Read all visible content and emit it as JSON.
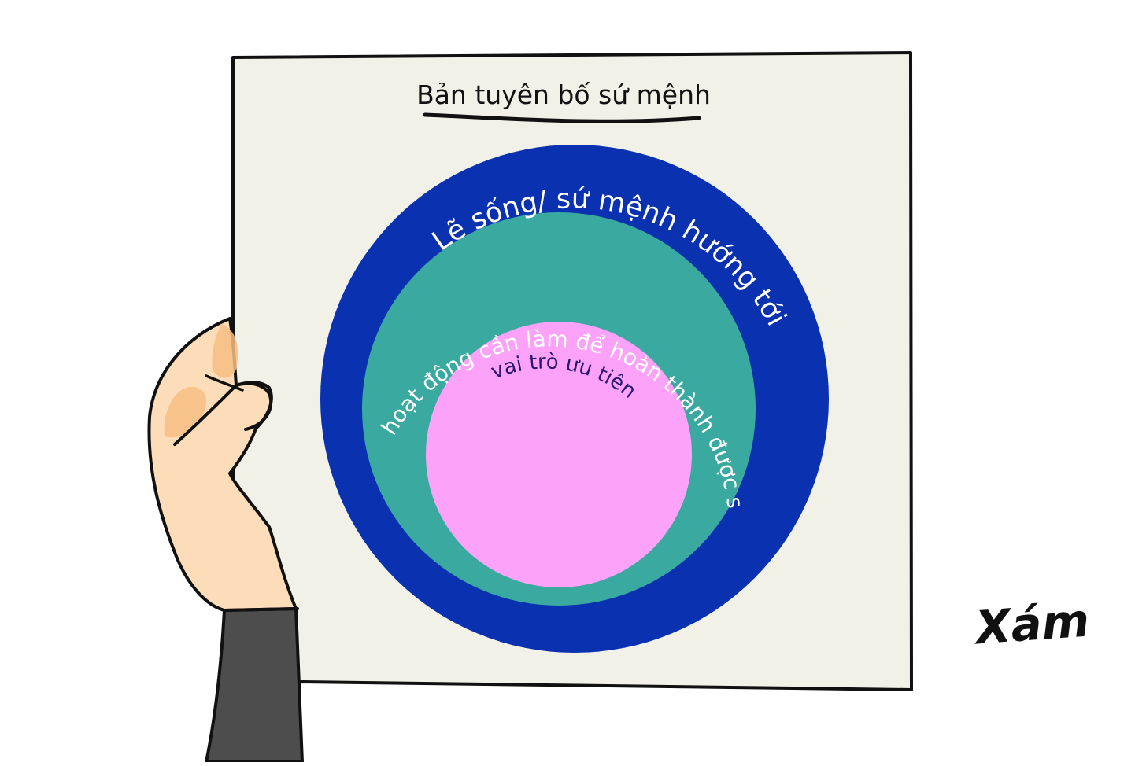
{
  "board": {
    "title": "Bản tuyên bố sứ mệnh",
    "background_color": "#f1f1e7",
    "outline_color": "#111111"
  },
  "diagram": {
    "outer_ring": {
      "label": "Lẽ sống/ sứ mệnh hướng tới",
      "fill_color": "#0a31b0",
      "text_color": "#ffffff"
    },
    "middle_ring": {
      "label": "hoạt động cần làm để hoàn thành được sứ mệnh",
      "fill_color": "#3aa99f",
      "text_color": "#ffffff"
    },
    "inner_circle": {
      "label": "vai trò ưu tiên",
      "fill_color": "#fca3f9",
      "text_color": "#2a1670"
    }
  },
  "signature": {
    "text": "Xám"
  },
  "hand": {
    "skin_color": "#fddcba",
    "highlight_color": "#f6be82",
    "sleeve_color": "#4d4d4d"
  }
}
